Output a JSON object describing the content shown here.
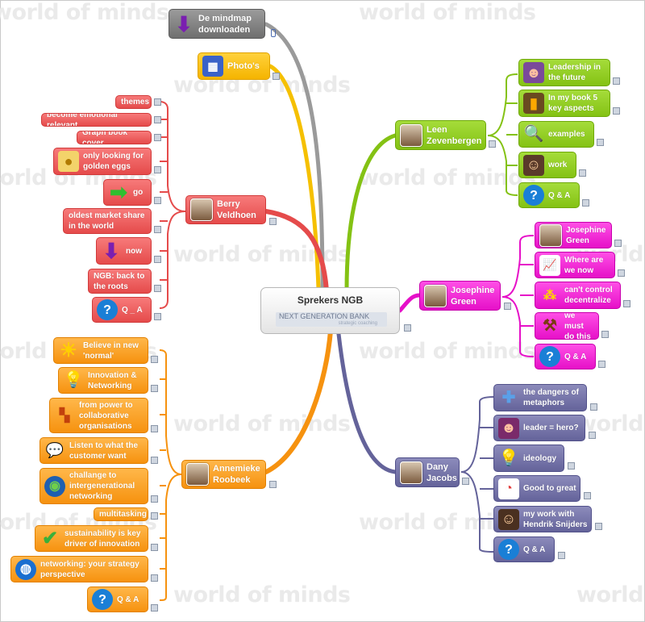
{
  "watermark": "world of minds",
  "center": {
    "title": "Sprekers NGB",
    "logo_main": "NEXT GENERATION BANK",
    "logo_sub": "strategic coaching"
  },
  "top": {
    "download": "De mindmap downloaden",
    "photos": "Photo's"
  },
  "berry": {
    "name": "Berry Veldhoen",
    "items": [
      "themes",
      "become emotional relevant",
      "Graph book cover",
      "only looking for golden eggs",
      "go",
      "oldest market share in the world",
      "now",
      "NGB: back to the roots",
      "Q _ A"
    ]
  },
  "annemieke": {
    "name": "Annemieke Roobeek",
    "items": [
      "Believe in new 'normal'",
      "Innovation & Networking",
      "from power to collaborative organisations",
      "Listen to what the customer want",
      "challange to intergenerational networking",
      "multitasking",
      "sustainability is key driver of innovation",
      "networking: your strategy perspective",
      "Q & A"
    ]
  },
  "leen": {
    "name": "Leen Zevenbergen",
    "items": [
      "Leadership in the future",
      "In my book 5 key aspects",
      "examples",
      "work",
      "Q & A"
    ]
  },
  "josephine": {
    "name": "Josephine Green",
    "items": [
      "Josephine Green",
      "Where are we now",
      "can't control decentralize",
      "we must do this",
      "Q & A"
    ]
  },
  "dany": {
    "name": "Dany Jacobs",
    "items": [
      "the dangers of metaphors",
      "leader = hero?",
      "ideology",
      "Good to great",
      "my work with Hendrik Snijders",
      "Q & A"
    ]
  },
  "colors": {
    "red": "#e54b4b",
    "yellow": "#f5b400",
    "orange": "#f6920f",
    "green": "#84c214",
    "magenta": "#e610c8",
    "purple": "#64639a",
    "gray": "#6f6f6f"
  }
}
